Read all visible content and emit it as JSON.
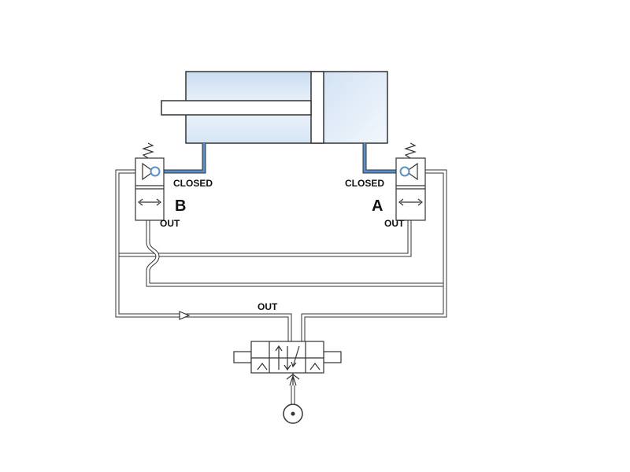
{
  "labels": {
    "closed_left": "CLOSED",
    "closed_right": "CLOSED",
    "valve_b": "B",
    "valve_a": "A",
    "out_b": "OUT",
    "out_a": "OUT",
    "out_main": "OUT"
  },
  "colors": {
    "line": "#333333",
    "cylinder_fill": "#dbe8f6",
    "cylinder_fill_light": "#eef4fb",
    "highlight_blue": "#5a8fc8"
  }
}
